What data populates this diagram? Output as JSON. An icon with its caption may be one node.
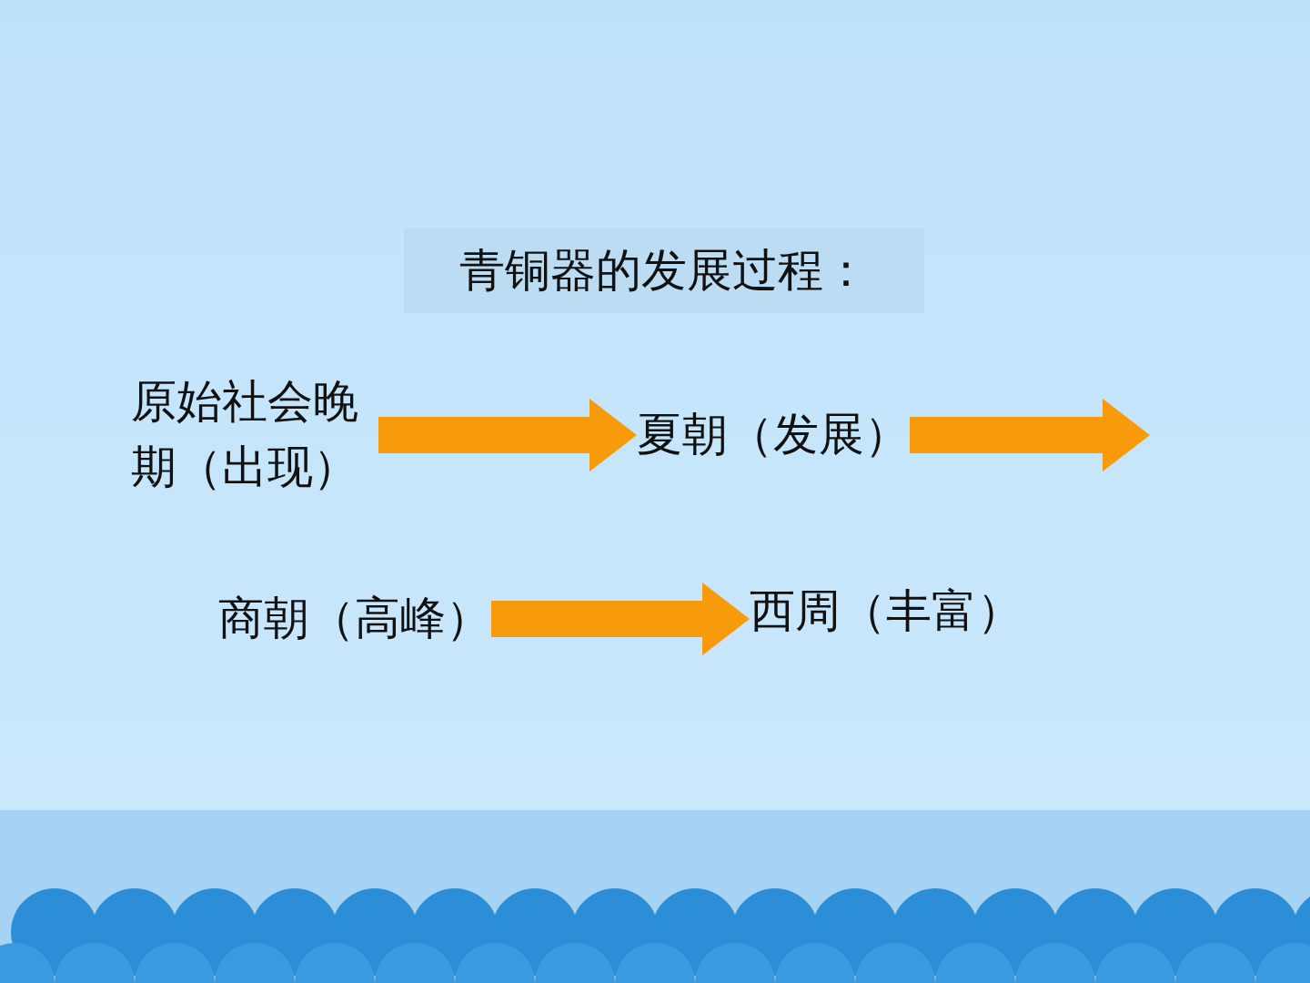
{
  "diagram": {
    "title": "青铜器的发展过程：",
    "nodes": [
      {
        "text": [
          "原始社会晚期（出现）"
        ]
      },
      {
        "text": [
          "夏朝（发展）"
        ]
      },
      {
        "text": [
          "商朝（高峰）"
        ]
      },
      {
        "text": [
          "西周（丰富）"
        ]
      }
    ],
    "edges": [
      {
        "from": 0,
        "to": 1,
        "arrow": "to"
      },
      {
        "from": 1,
        "to": null,
        "arrow": "to"
      },
      {
        "from": 2,
        "to": 3,
        "arrow": "to"
      }
    ]
  }
}
